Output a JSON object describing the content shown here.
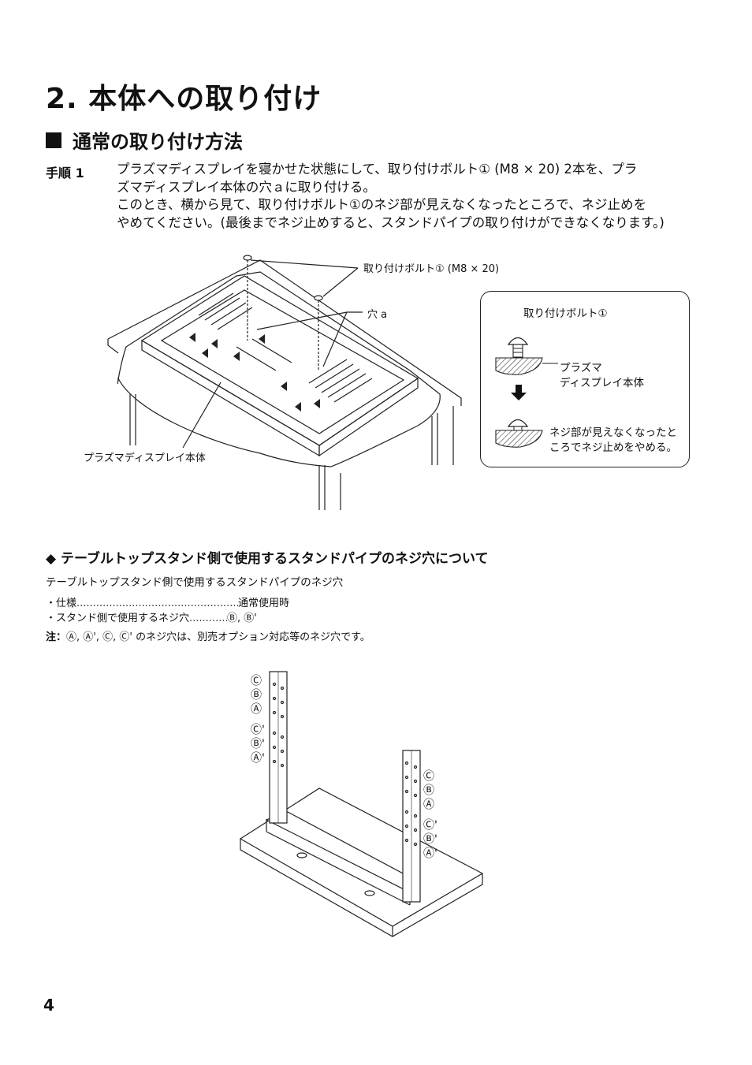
{
  "heading": "2. 本体への取り付け",
  "section": {
    "title": "通常の取り付け方法"
  },
  "step": {
    "label": "手順 1",
    "lines": [
      "プラズマディスプレイを寝かせた状態にして、取り付けボルト① (M8 × 20) 2本を、プラ",
      "ズマディスプレイ本体の穴ａに取り付ける。",
      "このとき、横から見て、取り付けボルト①のネジ部が見えなくなったところで、ネジ止めを",
      "やめてください。(最後までネジ止めすると、スタンドパイプの取り付けができなくなります。)"
    ]
  },
  "figure1": {
    "bolt_label": "取り付けボルト① (M8 × 20)",
    "hole_label": "穴 a",
    "display_label": "プラズマディスプレイ本体"
  },
  "callout": {
    "title": "取り付けボルト①",
    "label_top_1": "プラズマ",
    "label_top_2": "ディスプレイ本体",
    "label_bottom_1": "ネジ部が見えなくなったと",
    "label_bottom_2": "ころでネジ止めをやめる。"
  },
  "subsection": {
    "title": "テーブルトップスタンド側で使用するスタンドパイプのネジ穴について",
    "subtitle": "テーブルトップスタンド側で使用するスタンドパイプのネジ穴",
    "specs": [
      {
        "key": "・仕様",
        "value": "通常使用時"
      },
      {
        "key": "・スタンド側で使用するネジ穴",
        "value": "Ⓑ, Ⓑ'"
      }
    ],
    "note_label": "注：",
    "note_text": "Ⓐ, Ⓐ', Ⓒ, Ⓒ' のネジ穴は、別売オプション対応等のネジ穴です。"
  },
  "figure2": {
    "left_labels": [
      "Ⓒ",
      "Ⓑ",
      "Ⓐ",
      "Ⓒ'",
      "Ⓑ'",
      "Ⓐ'"
    ],
    "right_labels": [
      "Ⓒ",
      "Ⓑ",
      "Ⓐ",
      "Ⓒ'",
      "Ⓑ'",
      "Ⓐ'"
    ]
  },
  "page_number": "4"
}
